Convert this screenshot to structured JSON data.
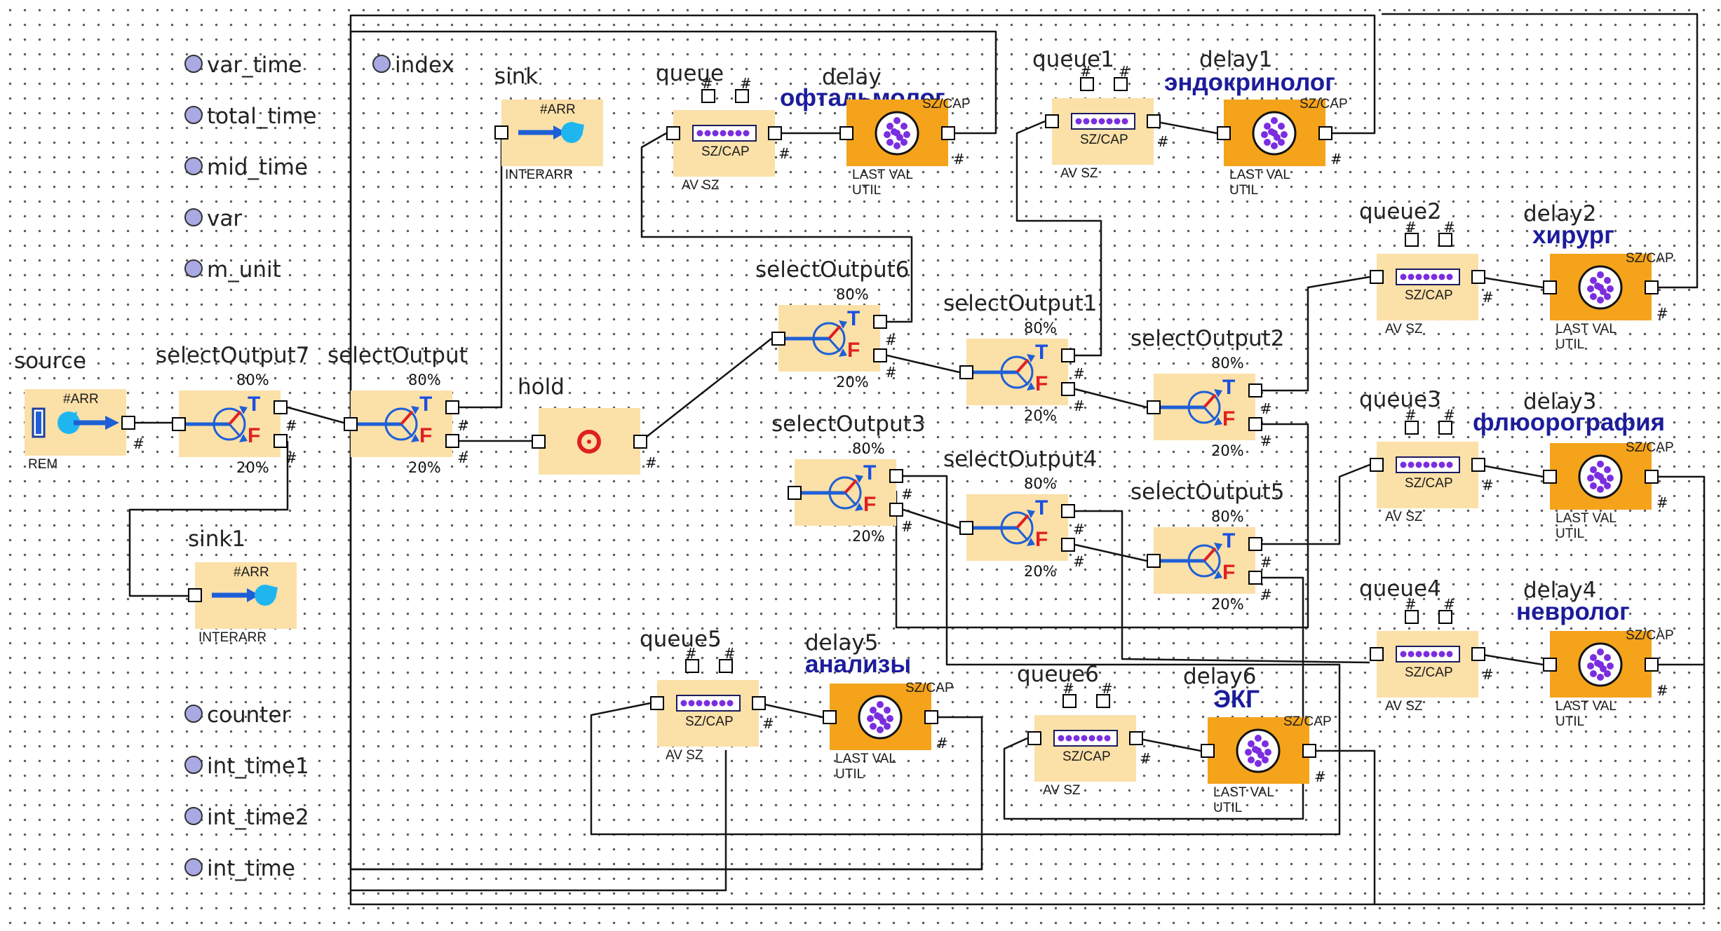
{
  "variables": {
    "var_time": "var_time",
    "total_time": "total_time",
    "mid_time": "mid_time",
    "var": "var",
    "m_unit": "m_unit",
    "counter": "counter",
    "int_time1": "int_time1",
    "int_time2": "int_time2",
    "int_time": "int_time",
    "index": "index"
  },
  "labels": {
    "source": "source",
    "sink": "sink",
    "sink1": "sink1",
    "hold": "hold",
    "selectOutput": "selectOutput",
    "selectOutput1": "selectOutput1",
    "selectOutput2": "selectOutput2",
    "selectOutput3": "selectOutput3",
    "selectOutput4": "selectOutput4",
    "selectOutput5": "selectOutput5",
    "selectOutput6": "selectOutput6",
    "selectOutput7": "selectOutput7",
    "queue": "queue",
    "queue1": "queue1",
    "queue2": "queue2",
    "queue3": "queue3",
    "queue4": "queue4",
    "queue5": "queue5",
    "queue6": "queue6",
    "delay": "delay",
    "delay1": "delay1",
    "delay2": "delay2",
    "delay3": "delay3",
    "delay4": "delay4",
    "delay5": "delay5",
    "delay6": "delay6"
  },
  "annotations": {
    "delay": "офтальмолог",
    "delay1": "эндокринолог",
    "delay2": "хирург",
    "delay3": "флюорография",
    "delay4": "невролог",
    "delay5": "анализы",
    "delay6": "ЭКГ"
  },
  "captions": {
    "arr": "#ARR",
    "rem": "REM",
    "interarr": "INTERARR",
    "szcap": "SZ/CAP",
    "avsz": "AV SZ",
    "lastval": "LAST VAL",
    "util": "UTIL",
    "hash": "#",
    "p80": "80%",
    "p20": "20%",
    "t": "T",
    "f": "F"
  },
  "colors": {
    "block": "#fbe0a8",
    "delay_block": "#f4a31b",
    "annotation": "#1c1c9c",
    "variable_dot": "#a9a9e4",
    "arrow_blue": "#1e5fd6",
    "true_blue": "#1a4fe0",
    "false_red": "#e02020",
    "entity": "#7b2ee0"
  }
}
